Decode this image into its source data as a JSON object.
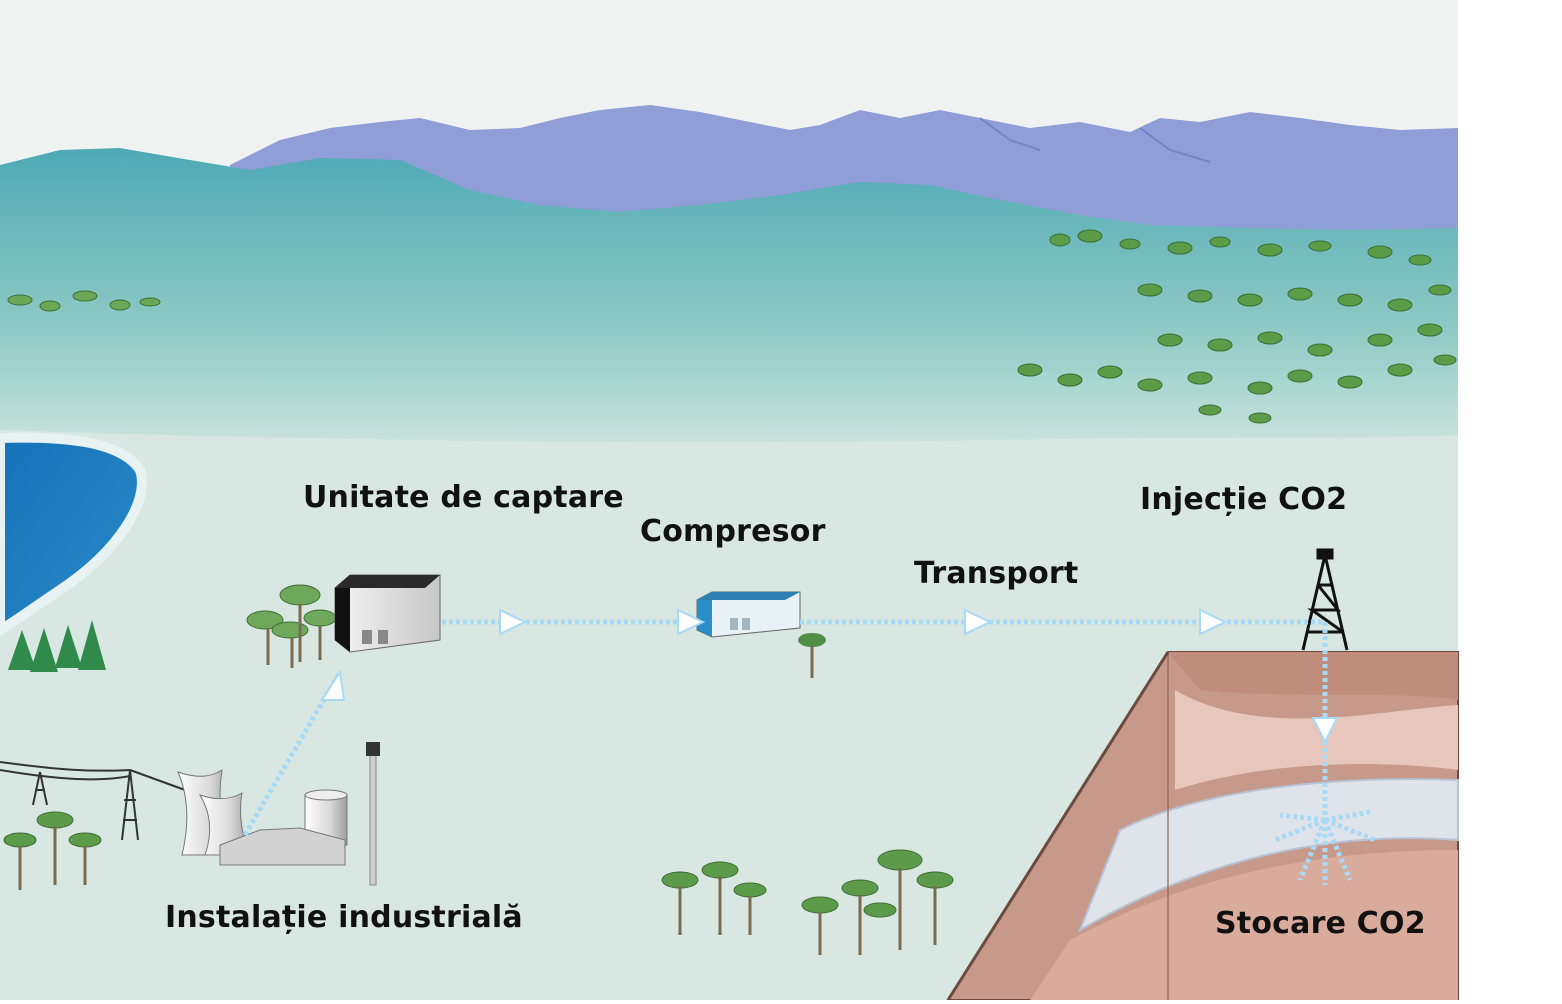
{
  "labels": {
    "capture_unit": "Unitate de captare",
    "compressor": "Compresor",
    "transport": "Transport",
    "injection": "Injecție CO2",
    "industrial_plant": "Instalație industrială",
    "storage": "Stocare CO2"
  },
  "colors": {
    "sky": "#eef3f1",
    "mountains": "#8f9ed6",
    "hills": "#57b3bd",
    "plain": "#d8e7e2",
    "lake": "#1f7dc0",
    "flow_arrow": "#a9d9f5",
    "soil": "#c99888"
  }
}
